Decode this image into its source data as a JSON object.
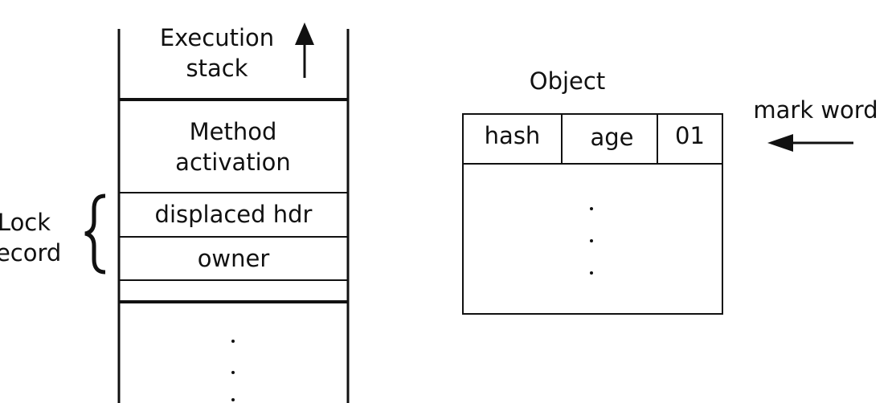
{
  "stack": {
    "execution_line1": "Execution",
    "execution_line2": "stack",
    "method_line1": "Method",
    "method_line2": "activation",
    "displaced_hdr": "displaced hdr",
    "owner": "owner"
  },
  "lock_record": {
    "line1": "Lock",
    "line2": "record"
  },
  "object": {
    "title": "Object",
    "hash": "hash",
    "age": "age",
    "bits": "01"
  },
  "mark_word": "mark word"
}
